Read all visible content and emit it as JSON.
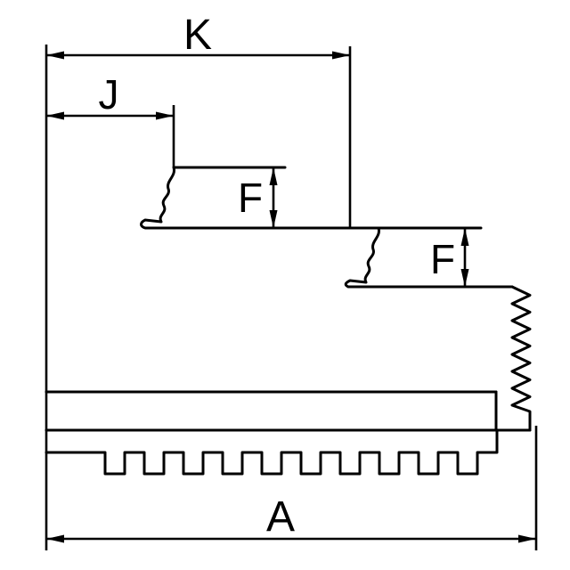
{
  "drawing": {
    "background_color": "#ffffff",
    "line_color": "#000000",
    "dimensions": {
      "k": {
        "label": "K"
      },
      "j": {
        "label": "J"
      },
      "f_upper": {
        "label": "F"
      },
      "f_lower": {
        "label": "F"
      },
      "a": {
        "label": "A"
      }
    }
  }
}
